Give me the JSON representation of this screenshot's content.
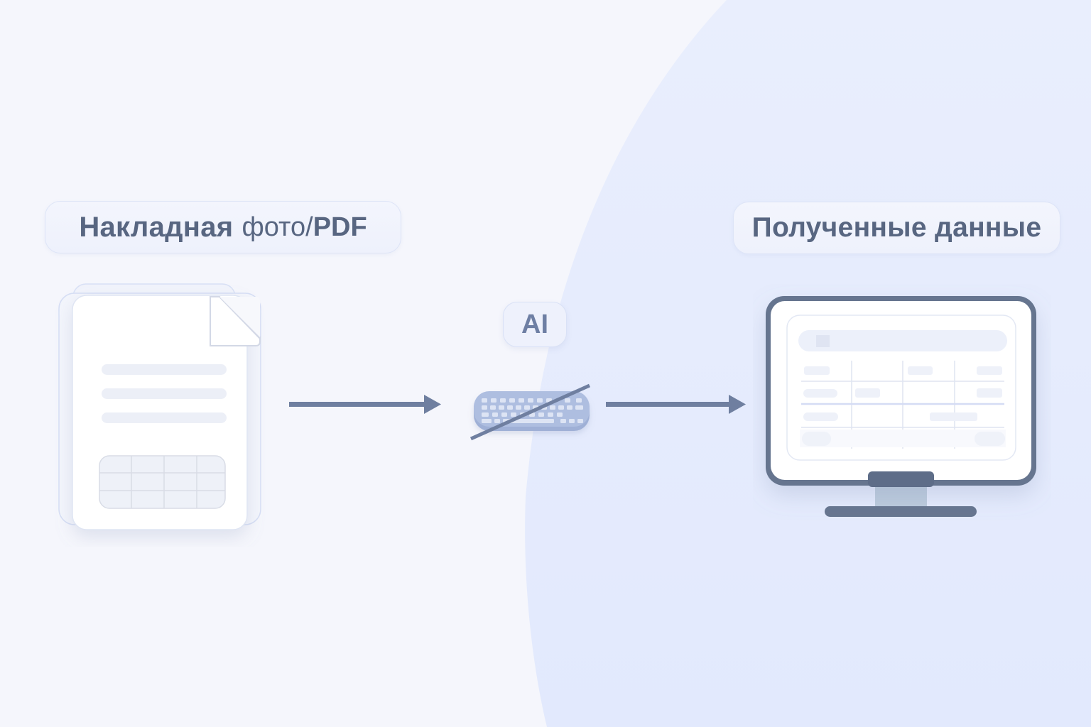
{
  "left_label": {
    "main": "Накладная",
    "sub_prefix": "фото/",
    "sub_bold": "PDF"
  },
  "right_label": {
    "main": "Полученные данные"
  },
  "middle": {
    "badge": "AI",
    "keyboard_state": "crossed-out"
  },
  "colors": {
    "background": "#f5f6fc",
    "background_curve": "#e6ecfd",
    "label_text": "#586681",
    "arrow": "#6f7fa0",
    "keyboard": "#a9b9dc",
    "monitor_frame": "#66758f"
  }
}
